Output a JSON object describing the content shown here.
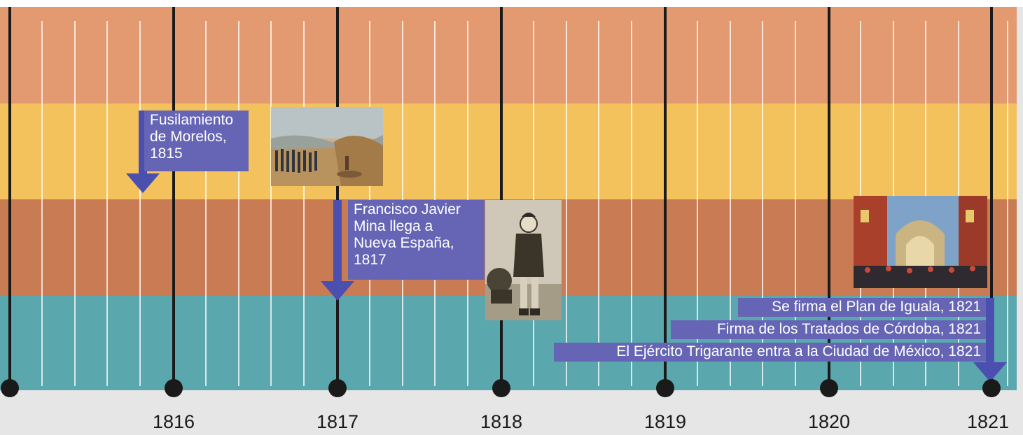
{
  "timeline": {
    "years": [
      "1816",
      "1817",
      "1818",
      "1819",
      "1820",
      "1821"
    ],
    "band_colors": [
      "#e39a70",
      "#f3c25c",
      "#c97c54",
      "#5aa7ae"
    ],
    "event_color": "#6665b5",
    "arrow_color": "#4b4fb0"
  },
  "events": {
    "morelos": {
      "label": "Fusilamiento de Morelos, 1815"
    },
    "mina": {
      "label": "Francisco Javier Mina llega a Nueva España, 1817"
    },
    "iguala": {
      "label": "Se firma el Plan de Iguala, 1821"
    },
    "cordoba": {
      "label": "Firma de los Tratados de Córdoba, 1821"
    },
    "trigarante": {
      "label": "El Ejército Trigarante entra a la Ciudad de México, 1821"
    }
  },
  "images": {
    "battle_painting": {
      "icon": "battle-painting-icon"
    },
    "mina_portrait": {
      "icon": "portrait-icon"
    },
    "city_celebration": {
      "icon": "city-celebration-icon"
    }
  }
}
